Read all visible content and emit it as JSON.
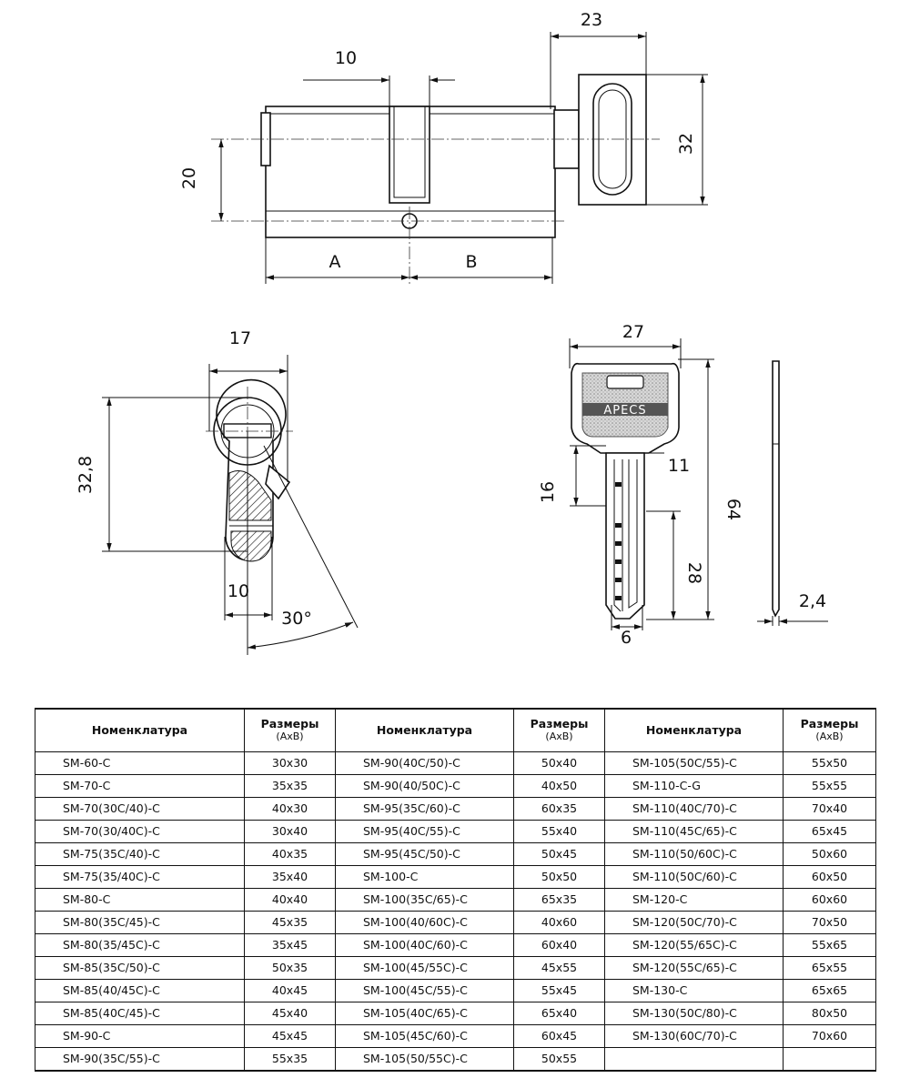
{
  "drawing": {
    "cylinder": {
      "dim_top": "10",
      "dim_cam": "23",
      "dim_height": "20",
      "dim_width": "32",
      "label_a": "A",
      "label_b": "B"
    },
    "profile": {
      "dim_width": "17",
      "dim_height": "32,8",
      "dim_bottom": "10",
      "dim_angle": "30°"
    },
    "key": {
      "brand": "APECS",
      "dim_width": "27",
      "dim_length": "64",
      "dim_shoulder": "16",
      "dim_neck": "11",
      "dim_blade": "28",
      "dim_tip": "6",
      "dim_thickness": "2,4"
    }
  },
  "table": {
    "headers": [
      {
        "name": "Номенклатура",
        "size_title": "Размеры",
        "size_sub": "(AxB)"
      },
      {
        "name": "Номенклатура",
        "size_title": "Размеры",
        "size_sub": "(AxB)"
      },
      {
        "name": "Номенклатура",
        "size_title": "Размеры",
        "size_sub": "(AxB)"
      }
    ],
    "rows": [
      [
        "SM-60-C",
        "30x30",
        "SM-90(40C/50)-C",
        "50x40",
        "SM-105(50C/55)-C",
        "55x50"
      ],
      [
        "SM-70-C",
        "35x35",
        "SM-90(40/50C)-C",
        "40x50",
        "SM-110-C-G",
        "55x55"
      ],
      [
        "SM-70(30C/40)-C",
        "40x30",
        "SM-95(35C/60)-C",
        "60x35",
        "SM-110(40C/70)-C",
        "70x40"
      ],
      [
        "SM-70(30/40C)-C",
        "30x40",
        "SM-95(40C/55)-C",
        "55x40",
        "SM-110(45C/65)-C",
        "65x45"
      ],
      [
        "SM-75(35C/40)-C",
        "40x35",
        "SM-95(45C/50)-C",
        "50x45",
        "SM-110(50/60C)-C",
        "50x60"
      ],
      [
        "SM-75(35/40C)-C",
        "35x40",
        "SM-100-C",
        "50x50",
        "SM-110(50C/60)-C",
        "60x50"
      ],
      [
        "SM-80-C",
        "40x40",
        "SM-100(35C/65)-C",
        "65x35",
        "SM-120-C",
        "60x60"
      ],
      [
        "SM-80(35C/45)-C",
        "45x35",
        "SM-100(40/60C)-C",
        "40x60",
        "SM-120(50C/70)-C",
        "70x50"
      ],
      [
        "SM-80(35/45C)-C",
        "35x45",
        "SM-100(40C/60)-C",
        "60x40",
        "SM-120(55/65C)-C",
        "55x65"
      ],
      [
        "SM-85(35C/50)-C",
        "50x35",
        "SM-100(45/55C)-C",
        "45x55",
        "SM-120(55C/65)-C",
        "65x55"
      ],
      [
        "SM-85(40/45C)-C",
        "40x45",
        "SM-100(45C/55)-C",
        "55x45",
        "SM-130-C",
        "65x65"
      ],
      [
        "SM-85(40C/45)-C",
        "45x40",
        "SM-105(40C/65)-C",
        "65x40",
        "SM-130(50C/80)-C",
        "80x50"
      ],
      [
        "SM-90-C",
        "45x45",
        "SM-105(45C/60)-C",
        "60x45",
        "SM-130(60C/70)-C",
        "70x60"
      ],
      [
        "SM-90(35C/55)-C",
        "55x35",
        "SM-105(50/55C)-C",
        "50x55",
        "",
        ""
      ]
    ]
  }
}
